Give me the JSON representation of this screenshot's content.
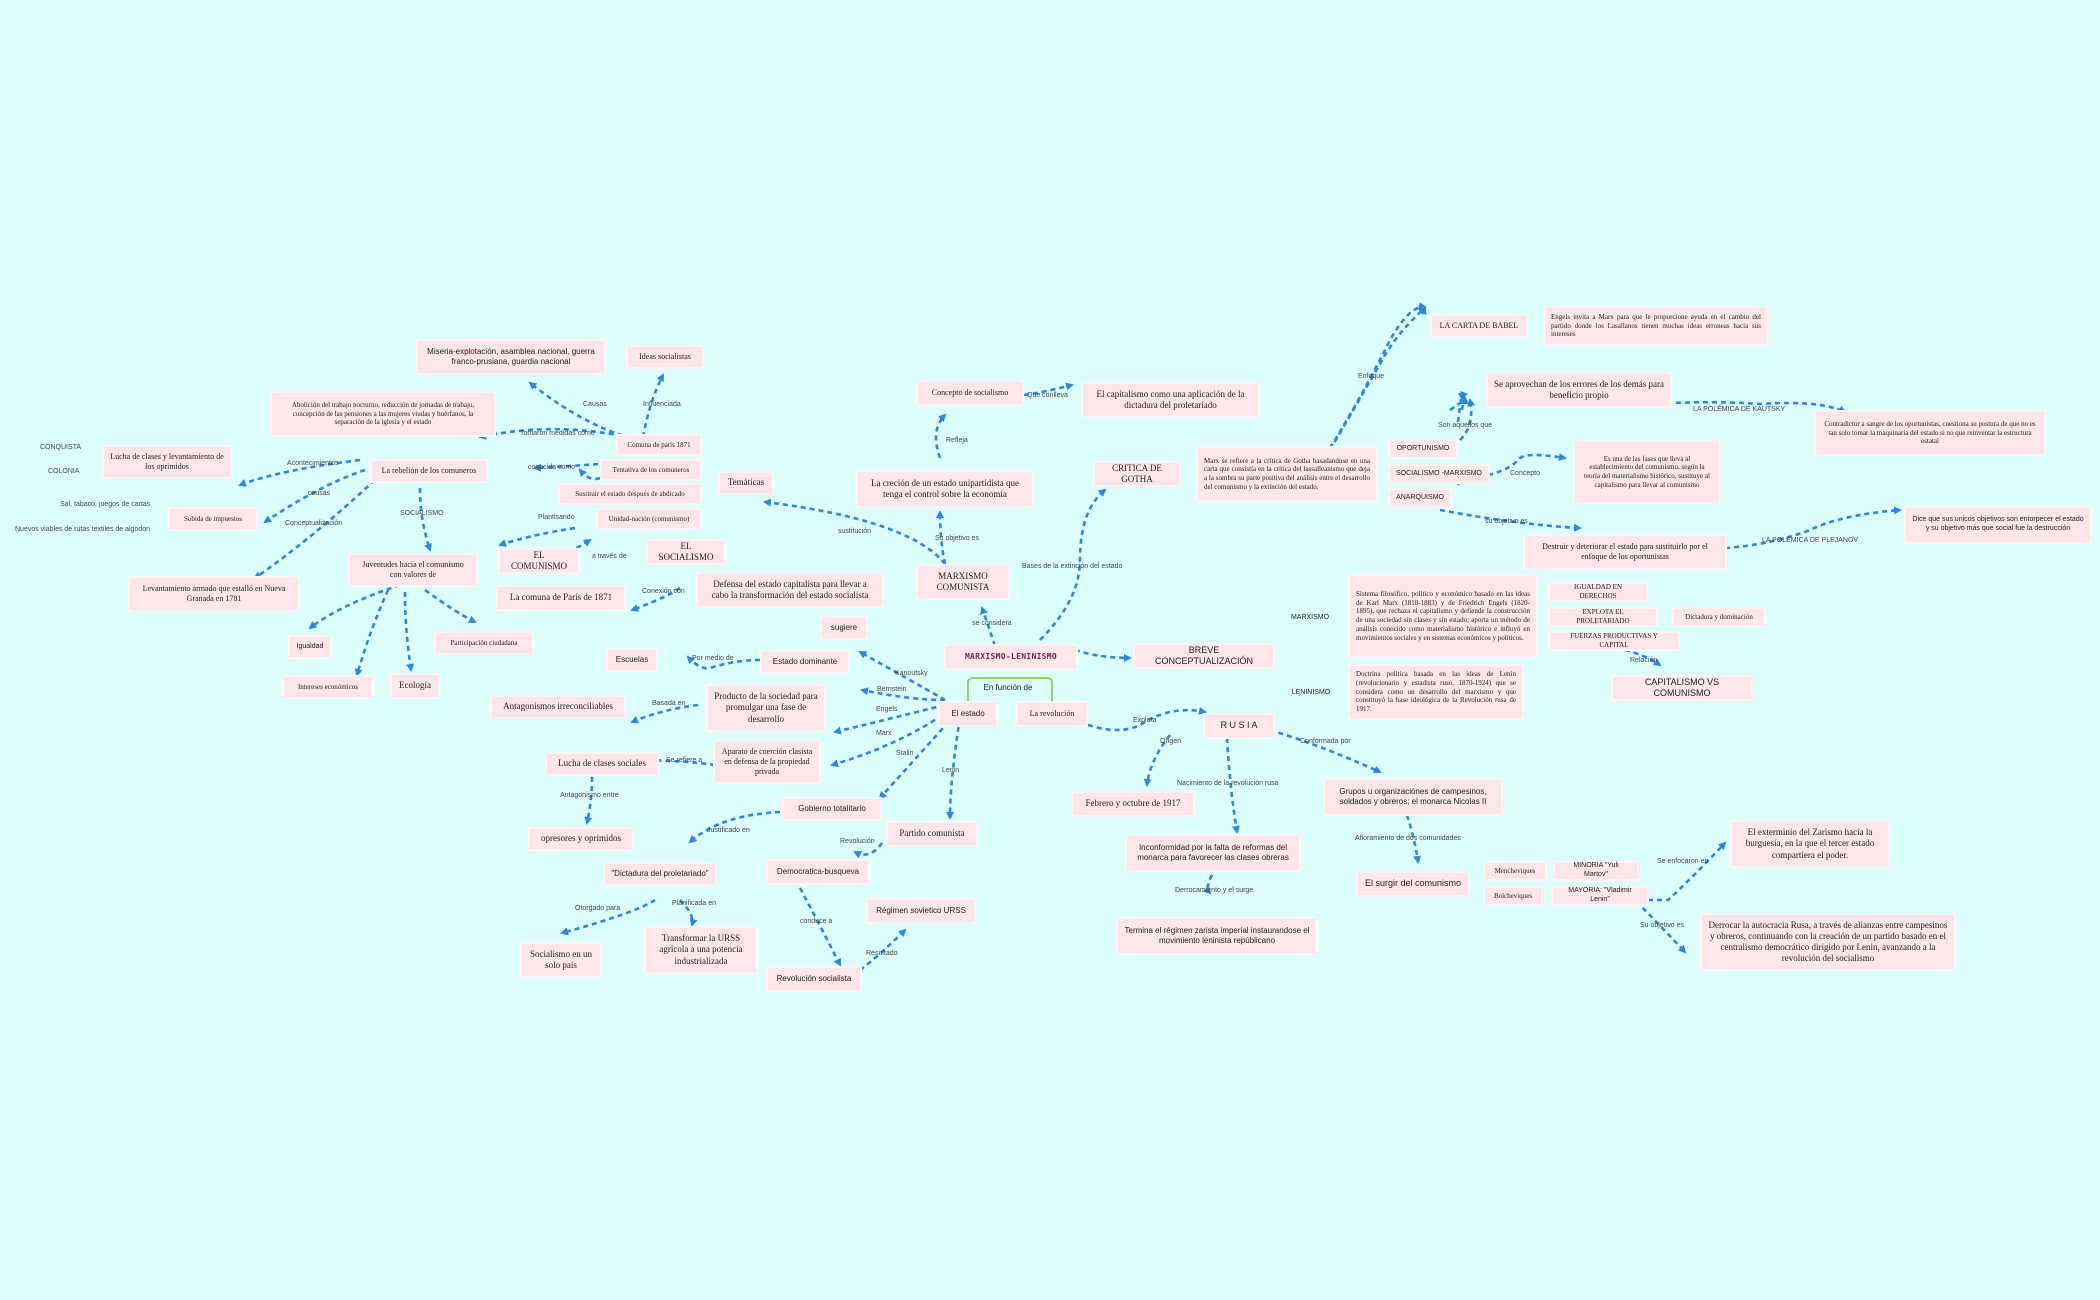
{
  "map": {
    "root": "MARXISMO-LENINISMO",
    "en_funcion": "En función de",
    "se_considera": "se considera",
    "marxismo_comunista": "MARXISMO COMUNISTA",
    "tematicas": "Temáticas",
    "sustitucion": "sustitución",
    "su_objetivo_es": "Su objetivo es",
    "crecion": "La creción de un estado unipartidista que tenga el control sobre la economía",
    "refleja": "Refleja",
    "concepto_socialismo": "Concepto de socialismo",
    "que_conlleva": "Que conlleva",
    "capitalismo_aplicacion": "El capitalismo como una aplicación de la dictadura del proletariado",
    "bases_extincion": "Bases de la extinción del estado",
    "critica_gotha": "CRITICA DE GOTHA",
    "gotha_text": "Marx se refiere a la crítica de Gotha basadandose en una carta que consistía en la crítica del lassalleanismo que deja a la sombra su parte positiva del análisis entre el desarrollo del comunismo y la extinción del estado.",
    "enfoque": "Enfoque",
    "carta_babel": "LA CARTA DE BABEL",
    "babel_text": "Engels invita a Marx para que le proporcione ayuda en el cambio del partido donde los Lasallanos tienen muchas ideas erroneas hacia sus intereses",
    "oportunismo": "OPORTUNISMO",
    "son_aquellos": "Son aquellos que",
    "se_aprovechan": "Se aprovechan de los errores de los demás para beneficio propio",
    "polemica_kautsky": "LA POLÉMICA DE KAUTSKY",
    "kautsky_text": "Contradictor a sangre de los oportunistas, cuestiona su postura de que no es tan solo tomar la maquinaria del estado si no que reinventar la estructura estatal",
    "socialismo_marxismo": "SOCIALISMO -MARXISMO",
    "concepto": "Concepto",
    "fase_text": "Es una de las fases que lleva al establecimiento del comunismo, según la teoría del materialismo histórico, sustituye al capitalismo para llevar al comunismo",
    "anarquismo": "ANARQUISMO",
    "su_objetivo_es2": "su objetivo es",
    "destruir": "Destruir y deteriorar el estado para sustituirlo por el enfoque de los oportunistas",
    "polemica_plejanov": "LA POLÉMICA DE PLEJANOV",
    "plejanov_text": "Dice que sus unicos objetivos son entorpecer el estado y su objetivo más que social fue la destrucción",
    "breve": "BREVE CONCEPTUALIZACIÓN",
    "marxismo": "MARXISMO",
    "marxismo_text": "Sistema filosófico, político y económico basado en las ideas de Karl Marx (1818-1883) y de Friedrich Engels (1820-1895), que rechaza el capitalismo y defiende la construcción de una sociedad sin clases y sin estado; aporta un método de análisis conocido como materialismo histórico e influyó en movimientos sociales y en sistemas económicos y políticos.",
    "igualdad_derechos": "IGUALDAD EN DERECHOS",
    "explota": "EXPLOTA EL PROLETARIADO",
    "dictadura_dominacion": "Dictadura y dominación",
    "fuerzas": "FUERZAS PRODUCTIVAS Y CAPITAL",
    "relacion": "Relación",
    "cap_vs_com": "CAPITALISMO VS COMUNISMO",
    "leninismo": "LENINISMO",
    "leninismo_text": "Doctrina política basada en las ideas de Lenin (revolucionario y estadista ruso, 1870-1924) que se considera como un desarrollo del marxismo y que constituyó la base ideológica de la Revolución rusa de 1917.",
    "la_revolucion": "La revolución",
    "explota_lbl": "Explota",
    "rusia": "R U S I A",
    "origen": "Origen",
    "febrero": "Febrero y octubre de 1917",
    "nacimiento": "Nacimiento de la revolución rusa",
    "inconformidad": "Inconformidad por la falta de reformas del monarca para favorecer las clases obreras",
    "derrocamiento": "Derrocamiento y el surge",
    "termina": "Termina el régimen zarista imperial instaurandose el movimiento leninista repúblicano",
    "conformada_por": "Conformada por",
    "grupos": "Grupos u organizaciónes de campesinos, soldados y obreros; el monarca Nicolas II",
    "afloramiento": "Afloramiento de dos comunidades",
    "surgir_comunismo": "El surgir del comunismo",
    "mencheviques": "Mencheviques",
    "bolcheviques": "Bolcheviques",
    "minoria": "MINORIA \"Yuli Martov\"",
    "mayoria": "MAYORIA: \"Vladimir Lenin\"",
    "se_enfocaron": "Se enfocaron en",
    "exterminio": "El exterminio del Zarismo hacia la burguesía, en la que el tercer estado compartiera el poder.",
    "su_objetivo_es3": "Su objetivo es",
    "derrocar": "Derrocar la autocracia Rusa, a través de alianzas entre campesinos y obreros, continuando con la creación de un partido basado en el centralismo democrático dirigido por Lenin, avanzando a la revolución del socialismo",
    "el_estado": "El estado",
    "kanoutsky": "Kanoutsky",
    "sugiere": "sugiere",
    "bernstein": "Bernstein",
    "estado_dominante": "Estado dominante",
    "por_medio_de": "Por medio de",
    "escuelas": "Escuelas",
    "engels": "Engels",
    "producto": "Producto de la sociedad para promulgar una fase de desarrollo",
    "basada_en": "Basada en",
    "antagonismos": "Antagonismos irreconciliables",
    "marx": "Marx",
    "aparato": "Aparato de coerción clasista en defensa de la propiedad privada",
    "se_refiere_a": "Se refiere a",
    "lucha_clases_sociales": "Lucha de clases sociales",
    "antagonismo_entre": "Antagonismo entre",
    "opresores": "opresores y oprimidos",
    "stalin": "Stalin",
    "gobierno_totalitario": "Gobierno totalitario",
    "justificado_en": "Justificado en",
    "dictadura_proletariado": "\"Dictadura del proletariado\"",
    "otorgado_para": "Otorgado para",
    "socialismo_solo_pais": "Socialismo en un solo país",
    "planificada_en": "Planificada en",
    "transformar": "Transformar la URSS agrícola a una potencia industrializada",
    "lenin": "Lenin",
    "partido_comunista": "Partido comunista",
    "revolucion_lbl": "Revolución",
    "democratica": "Democratica-busqueva",
    "conduce_a": "conduce a",
    "revolucion_socialista": "Revolución socialista",
    "resultado": "Resultado",
    "regimen": "Régimen sovietico URSS",
    "comuna_1871_a": "Comuna de paris 1871",
    "influenciada": "Influenciada",
    "ideas_socialistas": "Ideas socialistas",
    "causas": "Causas",
    "miseria": "Miseria-explotación, asamblea nacional, guerra franco-prusiana, guardia nacional",
    "tomaron_medidas": "Tomaron medidas como",
    "abolicion": "Abolición del trabajo nocturno, reducción de jornadas de trabajo, concepción de las pensiones a las mujeres viudas y huérfanos, la separación de la iglesia y el estado",
    "tentativa": "Tentativa de los comuneros",
    "conocida_como": "conocida como",
    "rebelion": "La rebelión de los comuneros",
    "acontecimientos": "Acontecimientos",
    "lucha_levantamiento": "Lucha de clases y levantamiento de los oprimidos",
    "conquista": "CONQUISTA",
    "colonia": "COLONIA",
    "causas2": "causas",
    "subida_impuestos": "Subida de impuestos",
    "sal_tabaco": "Sal, tabaco, juegos de cartas",
    "nuevos_viables": "Nuevos viables de rutas textiles de algodon",
    "conceptualizacion": "Conceptualización",
    "levantamiento_armado": "Levantamiento armado que estalló en Nueva Granada en 1781",
    "socialismo_lbl": "SOCIALISMO",
    "juventudes": "Juventudes hacia el comunismo con valores de",
    "igualdad": "Igualdad",
    "intereses": "Intereses económicos",
    "ecologia": "Ecología",
    "participacion": "Participación ciudadana",
    "sustituir": "Sustituir el estado después de abdicado",
    "unidad_nacion": "Unidad-nación (comunismo)",
    "plantisando": "Plantisando",
    "el_comunismo": "EL COMUNISMO",
    "a_traves_de": "a través de",
    "el_socialismo": "EL SOCIALISMO",
    "comuna_1871_b": "La comuna de Paris de 1871",
    "conexion_con": "Conexión con",
    "defensa": "Defensa del estado capitalista para llevar a cabo la transformación del estado socialista"
  },
  "colors": {
    "background": "#dcfffe",
    "node": "#fde6ea",
    "edge": "#2e86de",
    "root_text": "#7a1f4f"
  }
}
